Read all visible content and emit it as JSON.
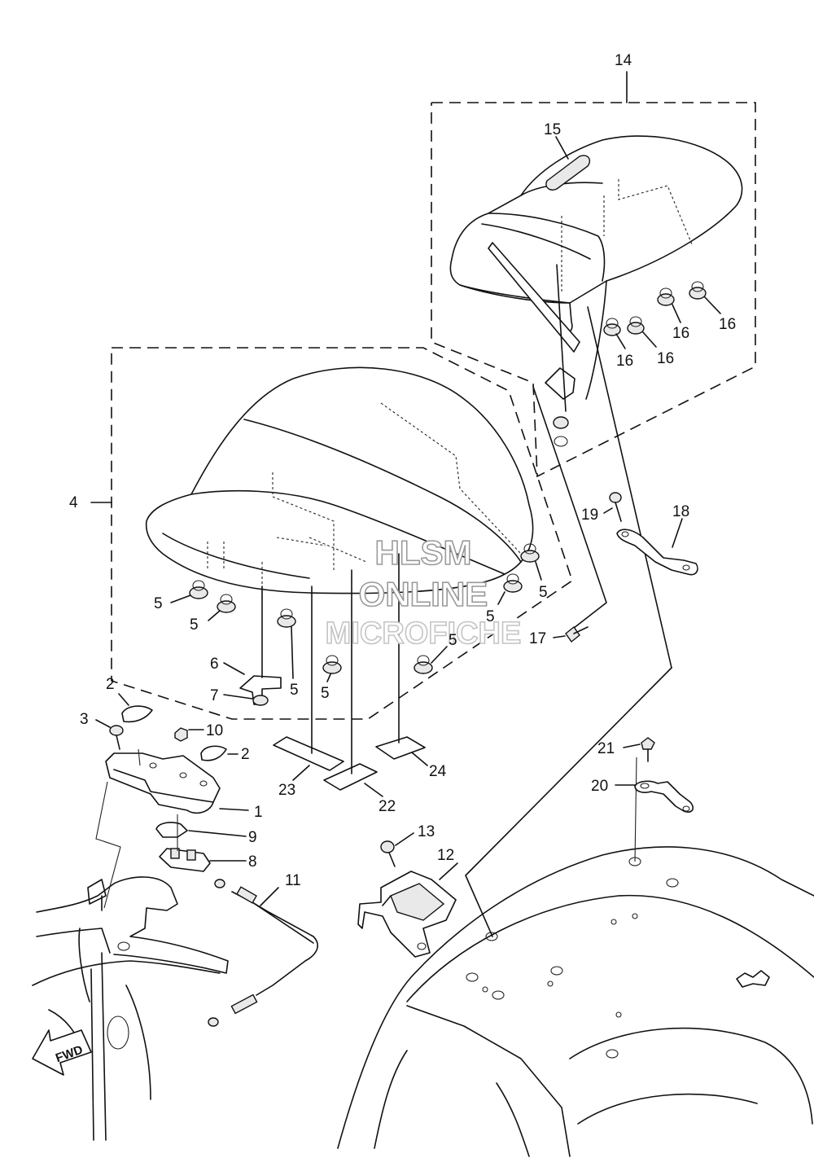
{
  "callouts": [
    {
      "id": "c14",
      "text": "14"
    },
    {
      "id": "c15",
      "text": "15"
    },
    {
      "id": "c16a",
      "text": "16"
    },
    {
      "id": "c16b",
      "text": "16"
    },
    {
      "id": "c16c",
      "text": "16"
    },
    {
      "id": "c16d",
      "text": "16"
    },
    {
      "id": "c4",
      "text": "4"
    },
    {
      "id": "c5a",
      "text": "5"
    },
    {
      "id": "c5b",
      "text": "5"
    },
    {
      "id": "c5c",
      "text": "5"
    },
    {
      "id": "c5d",
      "text": "5"
    },
    {
      "id": "c5e",
      "text": "5"
    },
    {
      "id": "c5f",
      "text": "5"
    },
    {
      "id": "c5g",
      "text": "5"
    },
    {
      "id": "c6",
      "text": "6"
    },
    {
      "id": "c7",
      "text": "7"
    },
    {
      "id": "c17",
      "text": "17"
    },
    {
      "id": "c18",
      "text": "18"
    },
    {
      "id": "c19",
      "text": "19"
    },
    {
      "id": "c2a",
      "text": "2"
    },
    {
      "id": "c2b",
      "text": "2"
    },
    {
      "id": "c3",
      "text": "3"
    },
    {
      "id": "c10",
      "text": "10"
    },
    {
      "id": "c1",
      "text": "1"
    },
    {
      "id": "c9",
      "text": "9"
    },
    {
      "id": "c8",
      "text": "8"
    },
    {
      "id": "c11",
      "text": "11"
    },
    {
      "id": "c12",
      "text": "12"
    },
    {
      "id": "c13",
      "text": "13"
    },
    {
      "id": "c21",
      "text": "21"
    },
    {
      "id": "c20",
      "text": "20"
    },
    {
      "id": "c23",
      "text": "23"
    },
    {
      "id": "c22",
      "text": "22"
    },
    {
      "id": "c24",
      "text": "24"
    }
  ],
  "watermark": {
    "line1": "HLSM",
    "line2": "ONLINE",
    "line3": "MICROFICHE"
  },
  "fwd_label": "FWD"
}
